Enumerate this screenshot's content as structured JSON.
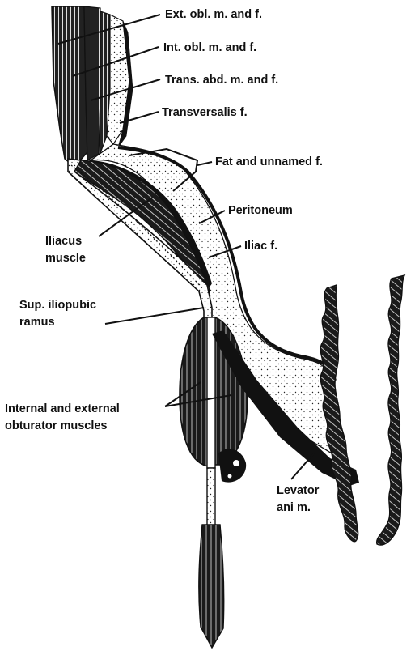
{
  "labels": {
    "ext_obl": "Ext. obl. m. and f.",
    "int_obl": "Int. obl. m. and f.",
    "trans_abd": "Trans. abd. m. and f.",
    "transversalis": "Transversalis f.",
    "fat_unnamed": "Fat and unnamed f.",
    "peritoneum": "Peritoneum",
    "iliacus_1": "Iliacus",
    "iliacus_2": "muscle",
    "iliac_f": "Iliac f.",
    "sup_iliopubic_1": "Sup. iliopubic",
    "sup_iliopubic_2": "ramus",
    "obturator_1": "Internal and external",
    "obturator_2": "obturator muscles",
    "levator_1": "Levator",
    "levator_2": "ani m."
  },
  "colors": {
    "ink": "#111111",
    "paper": "#ffffff",
    "stipple": "#f3f3f3"
  }
}
